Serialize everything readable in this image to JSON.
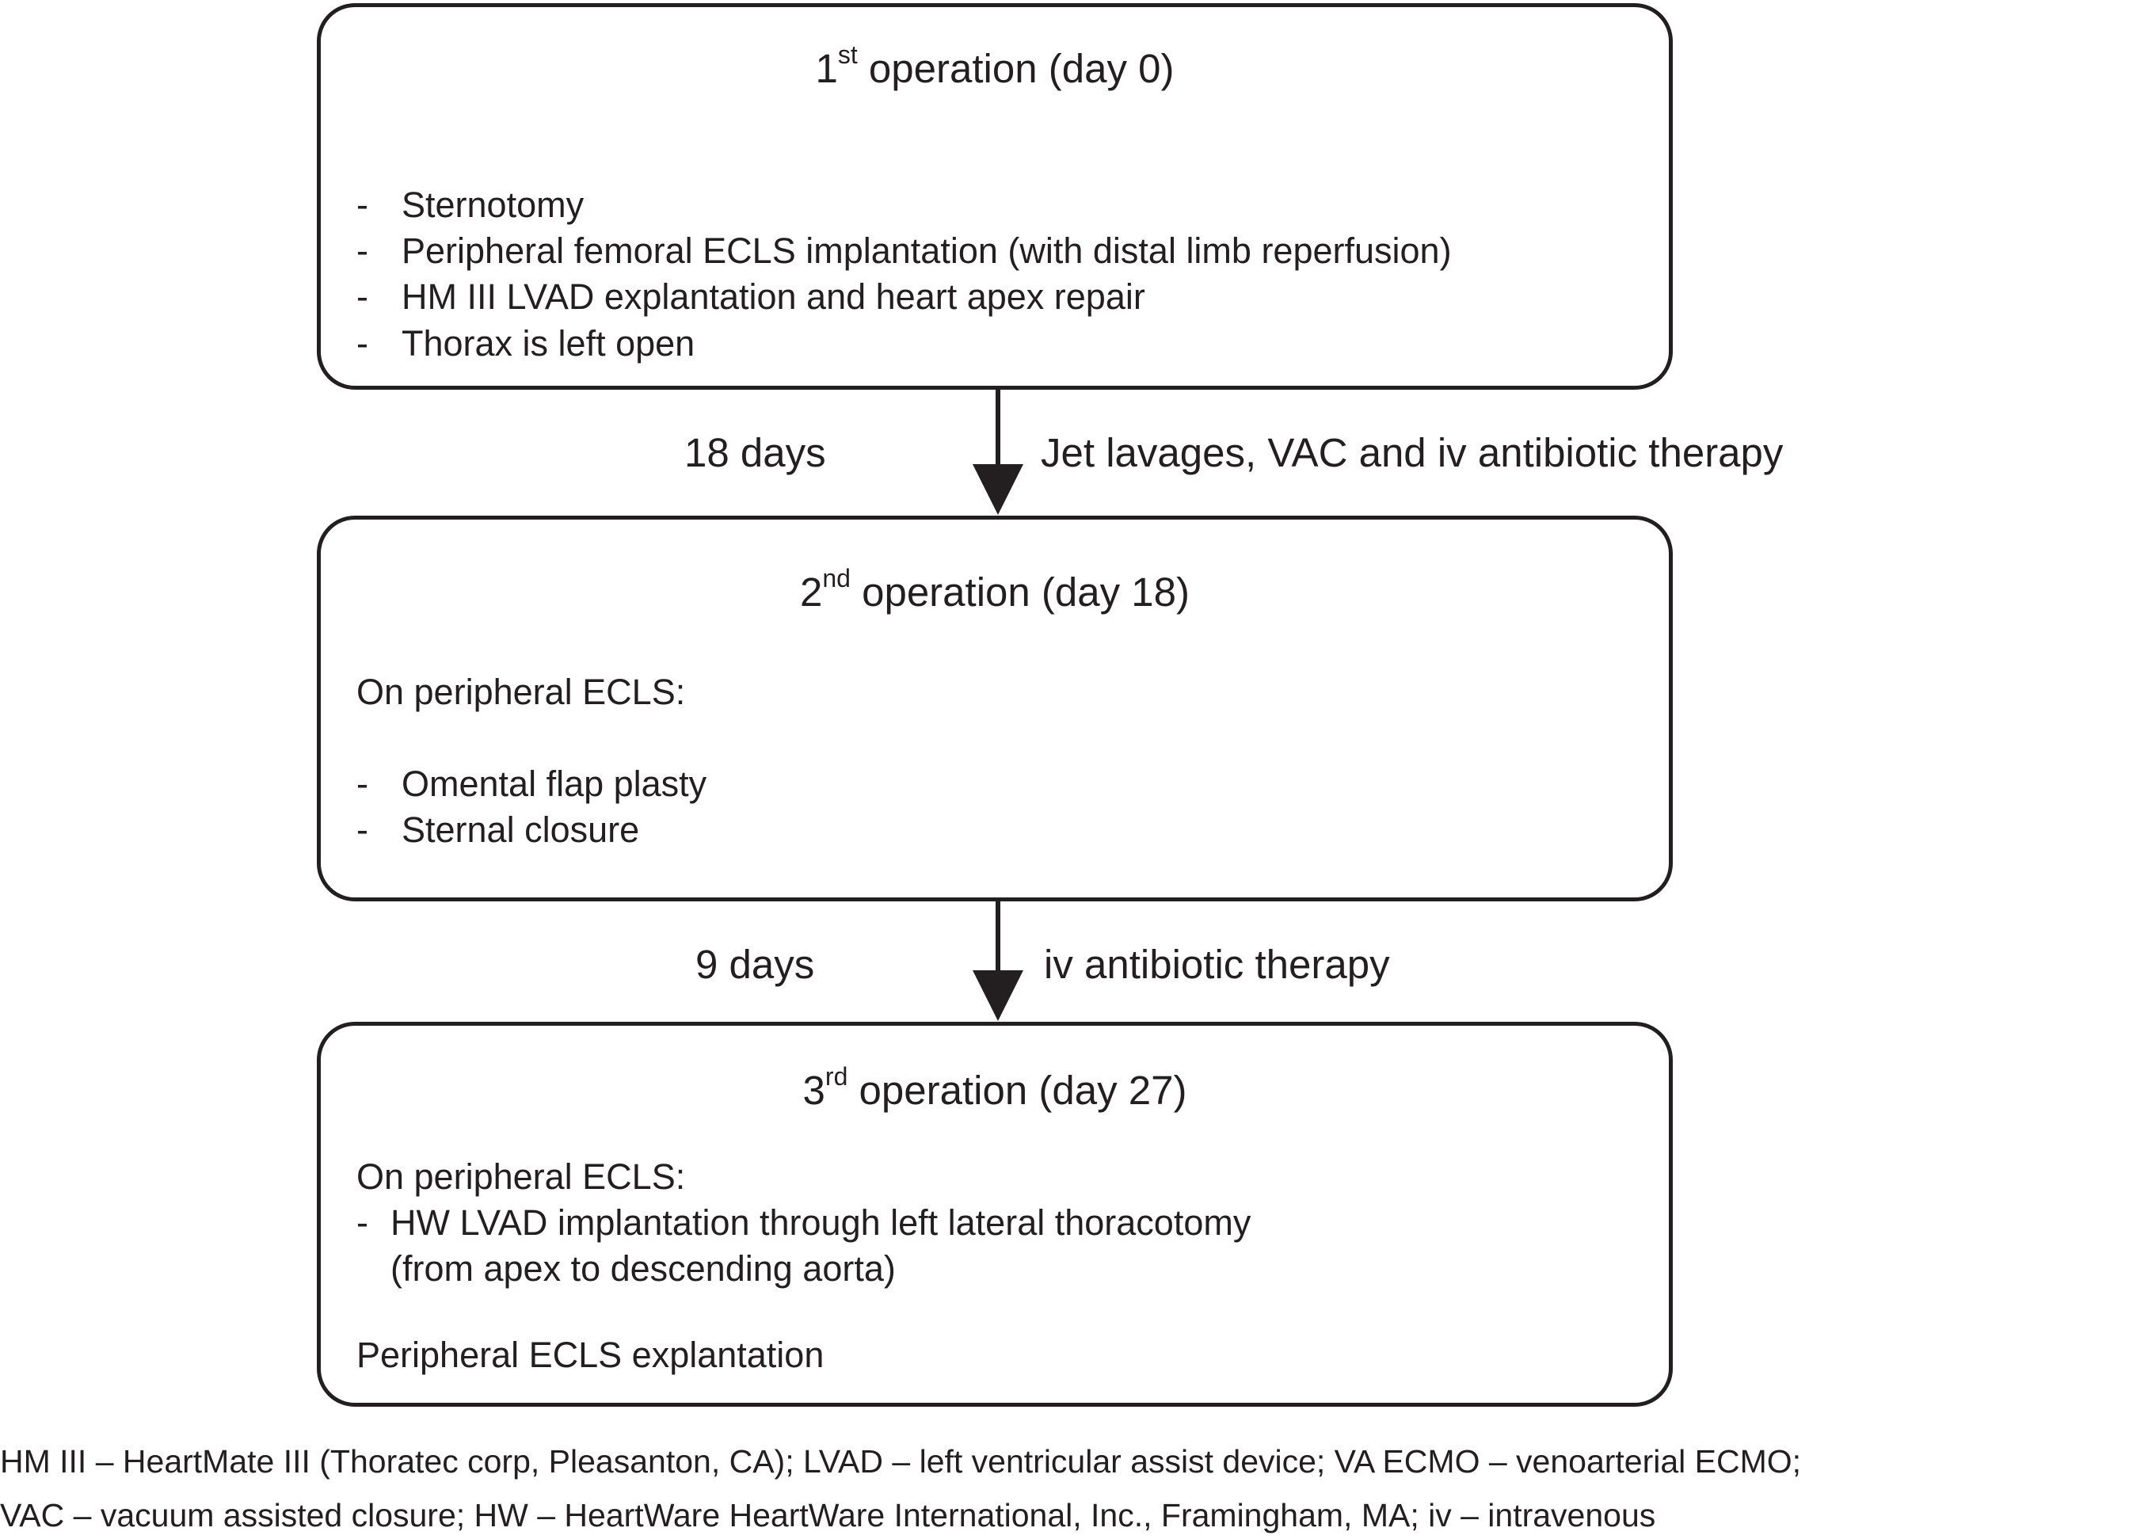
{
  "steps": [
    {
      "title_prefix": "1",
      "title_sup": "st",
      "title_suffix": " operation (day 0)",
      "items": [
        "Sternotomy",
        "Peripheral femoral ECLS implantation (with distal limb reperfusion)",
        "HM III LVAD explantation and heart apex repair",
        "Thorax is left open"
      ]
    },
    {
      "title_prefix": "2",
      "title_sup": "nd",
      "title_suffix": " operation (day 18)",
      "intro": "On peripheral ECLS:",
      "items": [
        "Omental flap plasty",
        "Sternal closure"
      ]
    },
    {
      "title_prefix": "3",
      "title_sup": "rd",
      "title_suffix": " operation (day 27)",
      "intro": "On peripheral ECLS:",
      "items": [
        "HW LVAD implantation through left lateral thoracotomy"
      ],
      "item_continuation": "(from apex to descending aorta)",
      "closing": "Peripheral ECLS explantation"
    }
  ],
  "bullet": "-",
  "transitions": [
    {
      "duration": "18 days",
      "treatment": "Jet lavages, VAC and iv antibiotic therapy"
    },
    {
      "duration": "9 days",
      "treatment": "iv antibiotic therapy"
    }
  ],
  "footnote": {
    "line1": "HM III – HeartMate III (Thoratec corp, Pleasanton, CA); LVAD – left ventricular assist device; VA ECMO – venoarterial ECMO;",
    "line2": "VAC – vacuum assisted closure; HW – HeartWare HeartWare International, Inc., Framingham, MA; iv – intravenous"
  },
  "colors": {
    "stroke": "#231f20",
    "text": "#231f20",
    "background": "#ffffff"
  }
}
